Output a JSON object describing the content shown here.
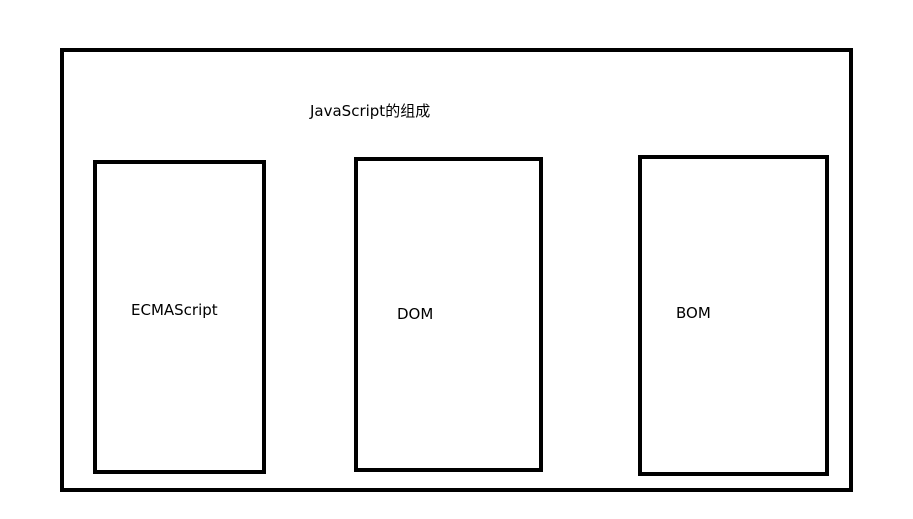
{
  "diagram": {
    "title": "JavaScript的组成",
    "parts": [
      {
        "label": "ECMAScript"
      },
      {
        "label": "DOM"
      },
      {
        "label": "BOM"
      }
    ]
  },
  "colors": {
    "border": "#000000",
    "background": "#ffffff",
    "text": "#000000"
  }
}
